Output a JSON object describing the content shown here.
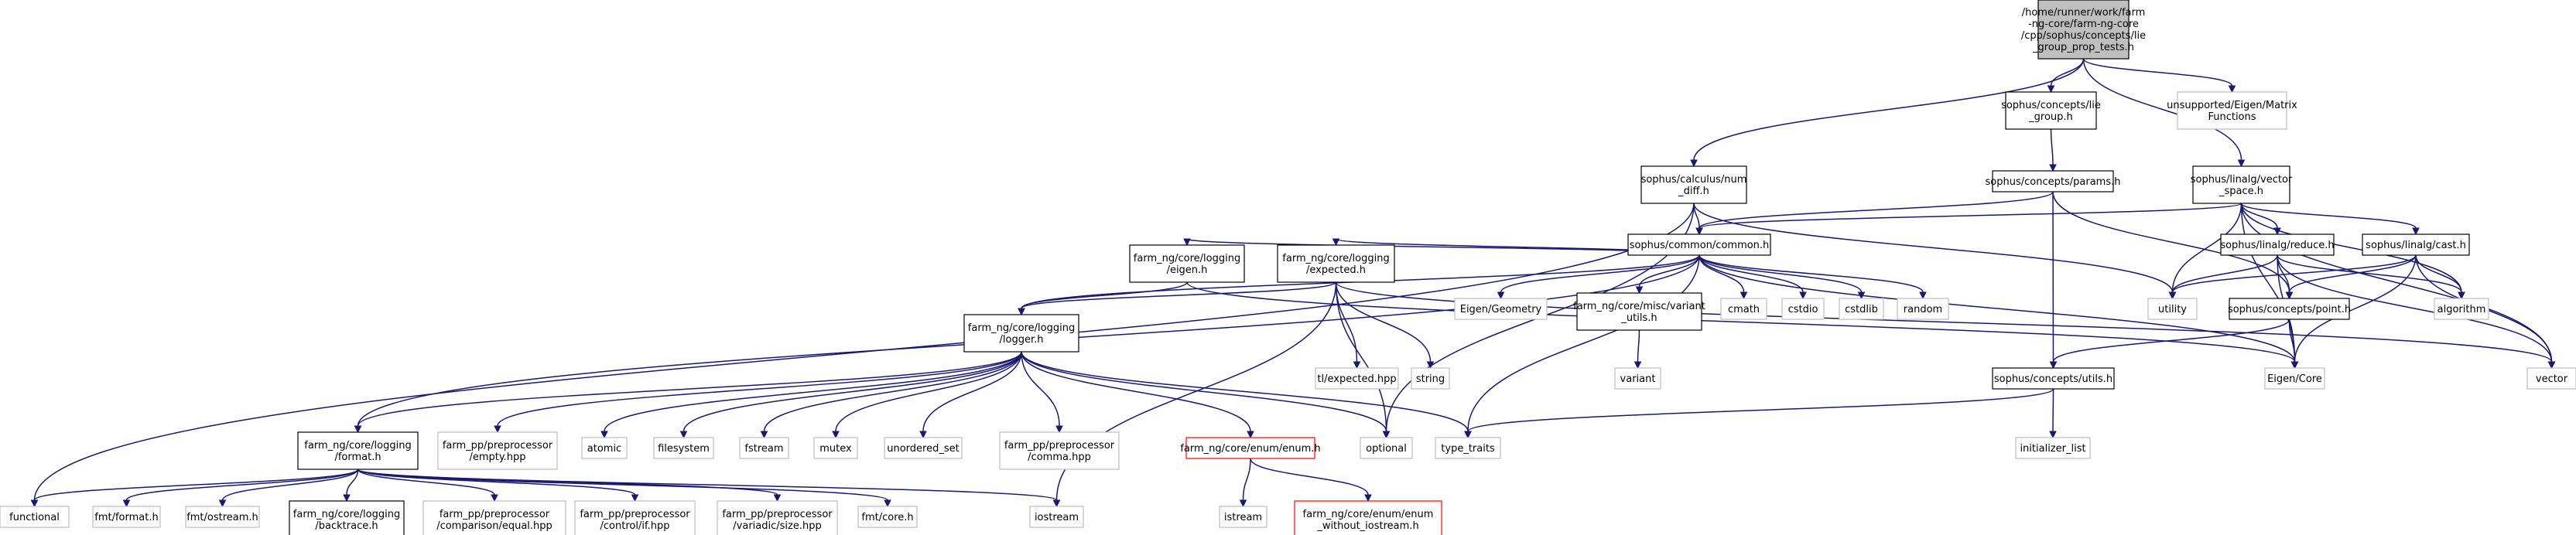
{
  "diagram": {
    "nodes": [
      {
        "id": "main",
        "kind": "main",
        "lines": [
          "/home/runner/work/farm",
          "-ng-core/farm-ng-core",
          "/cpp/sophus/concepts/lie",
          "_group_prop_tests.h"
        ]
      },
      {
        "id": "lie_group",
        "kind": "hdr",
        "lines": [
          "sophus/concepts/lie",
          "_group.h"
        ]
      },
      {
        "id": "unsupported",
        "kind": "sys",
        "lines": [
          "unsupported/Eigen/Matrix",
          "Functions"
        ]
      },
      {
        "id": "num_diff",
        "kind": "hdr",
        "lines": [
          "sophus/calculus/num",
          "_diff.h"
        ]
      },
      {
        "id": "params",
        "kind": "hdr",
        "lines": [
          "sophus/concepts/params.h"
        ]
      },
      {
        "id": "vector_space",
        "kind": "hdr",
        "lines": [
          "sophus/linalg/vector",
          "_space.h"
        ]
      },
      {
        "id": "common",
        "kind": "hdr",
        "lines": [
          "sophus/common/common.h"
        ]
      },
      {
        "id": "reduce",
        "kind": "hdr",
        "lines": [
          "sophus/linalg/reduce.h"
        ]
      },
      {
        "id": "cast",
        "kind": "hdr",
        "lines": [
          "sophus/linalg/cast.h"
        ]
      },
      {
        "id": "log_eigen",
        "kind": "hdr",
        "lines": [
          "farm_ng/core/logging",
          "/eigen.h"
        ]
      },
      {
        "id": "expected",
        "kind": "hdr",
        "lines": [
          "farm_ng/core/logging",
          "/expected.h"
        ]
      },
      {
        "id": "eigen_geo",
        "kind": "sys",
        "lines": [
          "Eigen/Geometry"
        ]
      },
      {
        "id": "variant_utils",
        "kind": "hdr",
        "lines": [
          "farm_ng/core/misc/variant",
          "_utils.h"
        ]
      },
      {
        "id": "cmath",
        "kind": "sys",
        "lines": [
          "cmath"
        ]
      },
      {
        "id": "cstdio",
        "kind": "sys",
        "lines": [
          "cstdio"
        ]
      },
      {
        "id": "cstdlib",
        "kind": "sys",
        "lines": [
          "cstdlib"
        ]
      },
      {
        "id": "random",
        "kind": "sys",
        "lines": [
          "random"
        ]
      },
      {
        "id": "utility",
        "kind": "sys",
        "lines": [
          "utility"
        ]
      },
      {
        "id": "point",
        "kind": "hdr",
        "lines": [
          "sophus/concepts/point.h"
        ]
      },
      {
        "id": "algorithm",
        "kind": "sys",
        "lines": [
          "algorithm"
        ]
      },
      {
        "id": "logger",
        "kind": "hdr",
        "lines": [
          "farm_ng/core/logging",
          "/logger.h"
        ]
      },
      {
        "id": "tl_expected",
        "kind": "sys",
        "lines": [
          "tl/expected.hpp"
        ]
      },
      {
        "id": "string",
        "kind": "sys",
        "lines": [
          "string"
        ]
      },
      {
        "id": "variant",
        "kind": "sys",
        "lines": [
          "variant"
        ]
      },
      {
        "id": "eigen_core",
        "kind": "sys",
        "lines": [
          "Eigen/Core"
        ]
      },
      {
        "id": "vector",
        "kind": "sys",
        "lines": [
          "vector"
        ]
      },
      {
        "id": "utils",
        "kind": "hdr",
        "lines": [
          "sophus/concepts/utils.h"
        ]
      },
      {
        "id": "format",
        "kind": "hdr",
        "lines": [
          "farm_ng/core/logging",
          "/format.h"
        ]
      },
      {
        "id": "pp_empty",
        "kind": "sys",
        "lines": [
          "farm_pp/preprocessor",
          "/empty.hpp"
        ]
      },
      {
        "id": "atomic",
        "kind": "sys",
        "lines": [
          "atomic"
        ]
      },
      {
        "id": "filesystem",
        "kind": "sys",
        "lines": [
          "filesystem"
        ]
      },
      {
        "id": "fstream",
        "kind": "sys",
        "lines": [
          "fstream"
        ]
      },
      {
        "id": "mutex",
        "kind": "sys",
        "lines": [
          "mutex"
        ]
      },
      {
        "id": "unordered_set",
        "kind": "sys",
        "lines": [
          "unordered_set"
        ]
      },
      {
        "id": "pp_comma",
        "kind": "sys",
        "lines": [
          "farm_pp/preprocessor",
          "/comma.hpp"
        ]
      },
      {
        "id": "enum_h",
        "kind": "err",
        "lines": [
          "farm_ng/core/enum/enum.h"
        ]
      },
      {
        "id": "optional",
        "kind": "sys",
        "lines": [
          "optional"
        ]
      },
      {
        "id": "type_traits",
        "kind": "sys",
        "lines": [
          "type_traits"
        ]
      },
      {
        "id": "init_list",
        "kind": "sys",
        "lines": [
          "initializer_list"
        ]
      },
      {
        "id": "functional",
        "kind": "sys",
        "lines": [
          "functional"
        ]
      },
      {
        "id": "fmt_format",
        "kind": "sys",
        "lines": [
          "fmt/format.h"
        ]
      },
      {
        "id": "fmt_ostream",
        "kind": "sys",
        "lines": [
          "fmt/ostream.h"
        ]
      },
      {
        "id": "backtrace",
        "kind": "hdr",
        "lines": [
          "farm_ng/core/logging",
          "/backtrace.h"
        ]
      },
      {
        "id": "pp_equal",
        "kind": "sys",
        "lines": [
          "farm_pp/preprocessor",
          "/comparison/equal.hpp"
        ]
      },
      {
        "id": "pp_if",
        "kind": "sys",
        "lines": [
          "farm_pp/preprocessor",
          "/control/if.hpp"
        ]
      },
      {
        "id": "pp_size",
        "kind": "sys",
        "lines": [
          "farm_pp/preprocessor",
          "/variadic/size.hpp"
        ]
      },
      {
        "id": "fmt_core",
        "kind": "sys",
        "lines": [
          "fmt/core.h"
        ]
      },
      {
        "id": "iostream",
        "kind": "sys",
        "lines": [
          "iostream"
        ]
      },
      {
        "id": "istream",
        "kind": "sys",
        "lines": [
          "istream"
        ]
      },
      {
        "id": "enum_wo",
        "kind": "err",
        "lines": [
          "farm_ng/core/enum/enum",
          "_without_iostream.h"
        ]
      }
    ],
    "edges": [
      [
        "main",
        "num_diff"
      ],
      [
        "main",
        "lie_group"
      ],
      [
        "main",
        "vector_space"
      ],
      [
        "main",
        "unsupported"
      ],
      [
        "num_diff",
        "common"
      ],
      [
        "num_diff",
        "functional"
      ],
      [
        "num_diff",
        "optional"
      ],
      [
        "num_diff",
        "utility"
      ],
      [
        "lie_group",
        "params"
      ],
      [
        "params",
        "common"
      ],
      [
        "params",
        "point"
      ],
      [
        "params",
        "utils"
      ],
      [
        "vector_space",
        "common"
      ],
      [
        "vector_space",
        "reduce"
      ],
      [
        "vector_space",
        "cast"
      ],
      [
        "vector_space",
        "utility"
      ],
      [
        "vector_space",
        "eigen_core"
      ],
      [
        "vector_space",
        "algorithm"
      ],
      [
        "vector_space",
        "vector"
      ],
      [
        "common",
        "log_eigen"
      ],
      [
        "common",
        "expected"
      ],
      [
        "common",
        "eigen_geo"
      ],
      [
        "common",
        "variant_utils"
      ],
      [
        "common",
        "cmath"
      ],
      [
        "common",
        "cstdio"
      ],
      [
        "common",
        "cstdlib"
      ],
      [
        "common",
        "random"
      ],
      [
        "common",
        "logger"
      ],
      [
        "common",
        "format"
      ],
      [
        "common",
        "type_traits"
      ],
      [
        "common",
        "eigen_core"
      ],
      [
        "reduce",
        "utility"
      ],
      [
        "reduce",
        "point"
      ],
      [
        "reduce",
        "algorithm"
      ],
      [
        "reduce",
        "eigen_core"
      ],
      [
        "reduce",
        "vector"
      ],
      [
        "cast",
        "utility"
      ],
      [
        "cast",
        "point"
      ],
      [
        "cast",
        "algorithm"
      ],
      [
        "cast",
        "eigen_core"
      ],
      [
        "cast",
        "vector"
      ],
      [
        "log_eigen",
        "logger"
      ],
      [
        "log_eigen",
        "eigen_core"
      ],
      [
        "expected",
        "logger"
      ],
      [
        "expected",
        "tl_expected"
      ],
      [
        "expected",
        "string"
      ],
      [
        "expected",
        "optional"
      ],
      [
        "expected",
        "iostream"
      ],
      [
        "expected",
        "vector"
      ],
      [
        "variant_utils",
        "variant"
      ],
      [
        "point",
        "utils"
      ],
      [
        "point",
        "eigen_core"
      ],
      [
        "utils",
        "init_list"
      ],
      [
        "utils",
        "type_traits"
      ],
      [
        "logger",
        "format"
      ],
      [
        "logger",
        "pp_empty"
      ],
      [
        "logger",
        "atomic"
      ],
      [
        "logger",
        "filesystem"
      ],
      [
        "logger",
        "fstream"
      ],
      [
        "logger",
        "mutex"
      ],
      [
        "logger",
        "unordered_set"
      ],
      [
        "logger",
        "pp_comma"
      ],
      [
        "logger",
        "enum_h"
      ],
      [
        "logger",
        "optional"
      ],
      [
        "logger",
        "type_traits"
      ],
      [
        "format",
        "functional"
      ],
      [
        "format",
        "fmt_format"
      ],
      [
        "format",
        "fmt_ostream"
      ],
      [
        "format",
        "backtrace"
      ],
      [
        "format",
        "pp_equal"
      ],
      [
        "format",
        "pp_if"
      ],
      [
        "format",
        "pp_size"
      ],
      [
        "format",
        "fmt_core"
      ],
      [
        "format",
        "iostream"
      ],
      [
        "enum_h",
        "istream"
      ],
      [
        "enum_h",
        "enum_wo"
      ]
    ]
  }
}
